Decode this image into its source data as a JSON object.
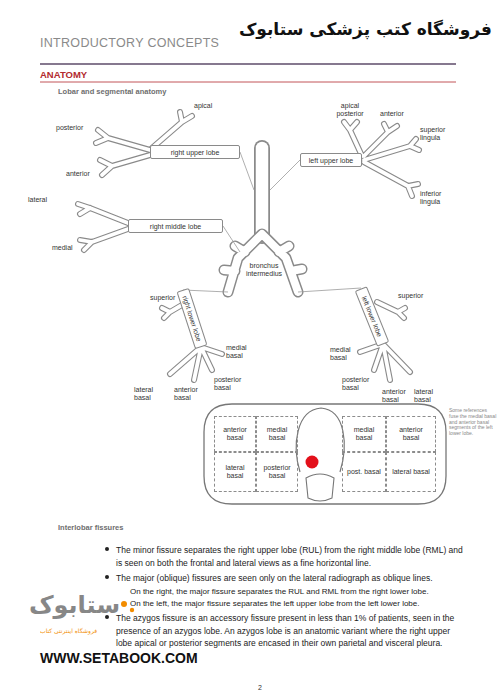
{
  "diagram": {
    "nodes": [
      {
        "text": [
          "right upper lobe"
        ]
      },
      {
        "text": [
          "left upper lobe"
        ]
      },
      {
        "text": [
          "right middle lobe"
        ]
      },
      {
        "text": [
          "right lower lobe"
        ]
      },
      {
        "text": [
          "left lower lobe"
        ]
      },
      {
        "text": [
          "anterior basal"
        ]
      },
      {
        "text": [
          "medial basal"
        ]
      },
      {
        "text": [
          "medial basal"
        ]
      },
      {
        "text": [
          "anterior basal"
        ]
      },
      {
        "text": [
          "lateral basal"
        ]
      },
      {
        "text": [
          "posterior basal"
        ]
      },
      {
        "text": [
          "post. basal"
        ]
      },
      {
        "text": [
          "lateral basal"
        ]
      }
    ],
    "labels": [
      "INTRODUCTORY CONCEPTS",
      "فروشگاه کتب پزشکی ستابوک",
      "ANATOMY",
      "Lobar and segmental anatomy",
      "apical",
      "posterior",
      "anterior",
      "apical posterior",
      "anterior",
      "superior lingula",
      "lateral",
      "medial",
      "inferior lingula",
      "bronchus intermedius",
      "superior",
      "superior",
      "medial basal",
      "medial basal",
      "posterior basal",
      "posterior basal",
      "lateral basal",
      "anterior basal",
      "anterior basal",
      "lateral basal",
      "Some references fuse the medial basal and anterior basal segments of the left lower lobe.",
      "Interlobar fissures",
      "The minor fissure separates the right upper lobe (RUL) from the right middle lobe (RML) and is seen on both the frontal and lateral views as a fine horizontal line.",
      "The major (oblique) fissures are seen only on the lateral radiograph as oblique lines.",
      "On the right, the major fissure separates the RUL and RML from the right lower lobe.",
      "On the left, the major fissure separates the left upper lobe from the left lower lobe.",
      "The azygos fissure is an accessory fissure present in less than 1% of patients, seen in the presence of an azygos lobe. An azygos lobe is an anatomic variant where the right upper lobe apical or posterior segments are encased in their own parietal and visceral pleura.",
      "ستابوک",
      "فروشگاه اینترنتی کتاب",
      "WWW.SETABOOK.COM",
      "2"
    ]
  }
}
